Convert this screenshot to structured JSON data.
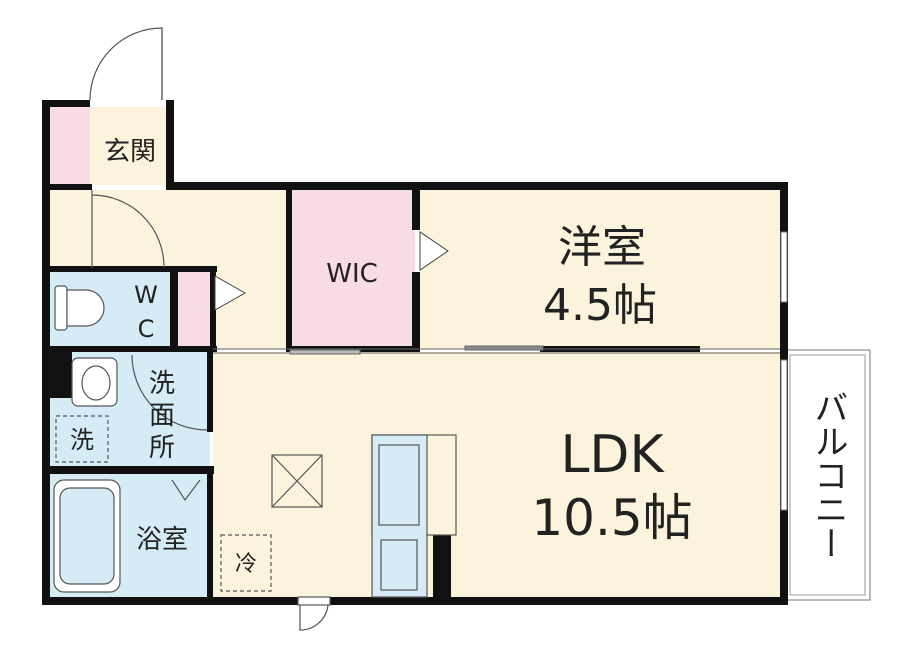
{
  "rooms": {
    "entrance": {
      "label": "玄関"
    },
    "wic": {
      "label": "WIC"
    },
    "western_room": {
      "label": "洋室",
      "size": "4.5帖"
    },
    "ldk": {
      "label": "LDK",
      "size": "10.5帖"
    },
    "wc": {
      "label_top": "W",
      "label_bottom": "C"
    },
    "washroom": {
      "label_1": "洗",
      "label_2": "面",
      "label_3": "所"
    },
    "washer": {
      "label": "洗"
    },
    "bathroom": {
      "label": "浴室"
    },
    "fridge": {
      "label": "冷"
    },
    "balcony": {
      "label": "バルコニー"
    }
  },
  "colors": {
    "wall": "#111111",
    "floor_wood": "#fbf3dc",
    "wic_pink": "#f8dbe5",
    "wet_blue": "#d5ecf7",
    "fixture_stroke": "#555555"
  }
}
